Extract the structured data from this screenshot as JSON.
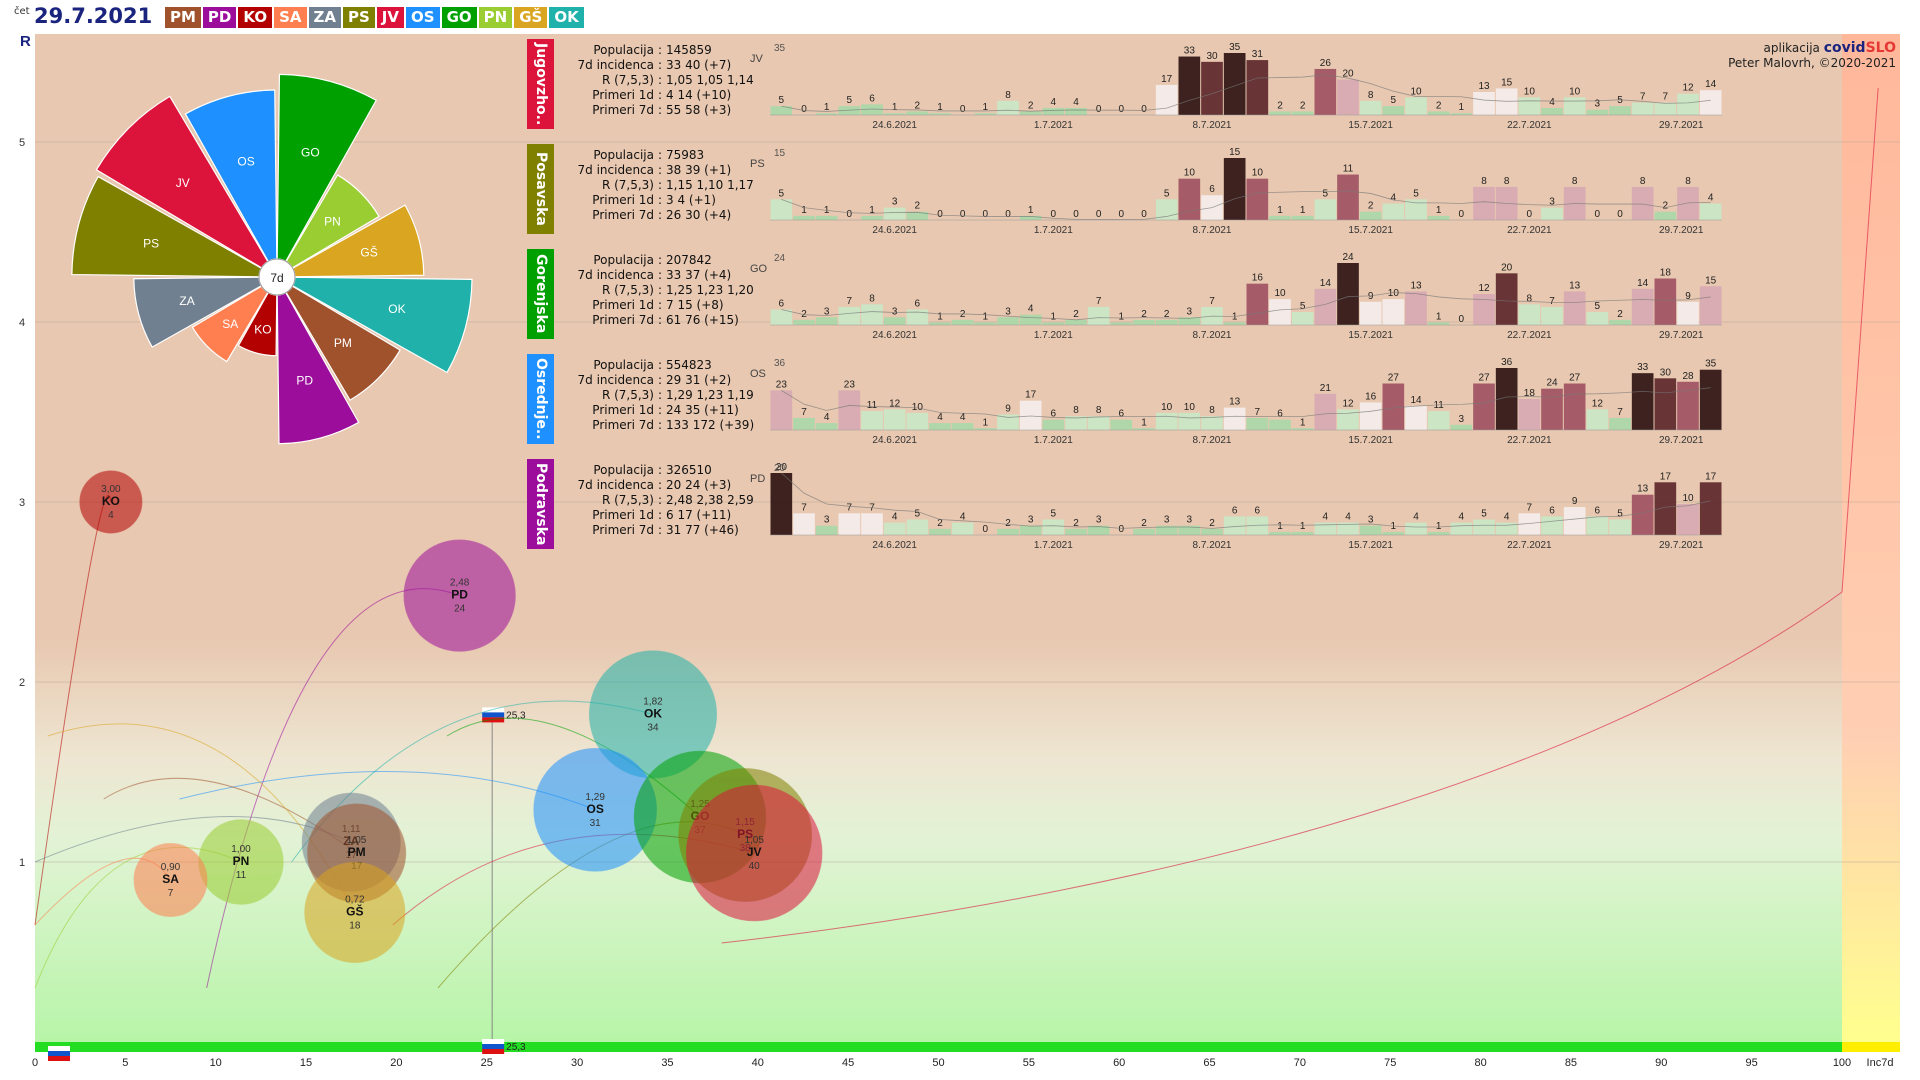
{
  "header": {
    "day": "čet",
    "date": "29.7.2021"
  },
  "regions": [
    {
      "code": "PM",
      "color": "#a0522d"
    },
    {
      "code": "PD",
      "color": "#9c0d9c"
    },
    {
      "code": "KO",
      "color": "#b30000"
    },
    {
      "code": "SA",
      "color": "#ff7f50"
    },
    {
      "code": "ZA",
      "color": "#708090"
    },
    {
      "code": "PS",
      "color": "#808000"
    },
    {
      "code": "JV",
      "color": "#dc143c"
    },
    {
      "code": "OS",
      "color": "#1e90ff"
    },
    {
      "code": "GO",
      "color": "#00a000"
    },
    {
      "code": "PN",
      "color": "#9acd32"
    },
    {
      "code": "GŠ",
      "color": "#daa520"
    },
    {
      "code": "OK",
      "color": "#20b2aa"
    }
  ],
  "credit": {
    "line1": "aplikacija",
    "brand_a": "covid",
    "brand_b": "SLO",
    "line2": "Peter Malovrh, ©2020-2021"
  },
  "chart_data": [
    {
      "type": "scatter",
      "xlabel": "Inc7d",
      "ylabel": "R",
      "xlim": [
        0,
        100
      ],
      "ylim": [
        0,
        5.6
      ],
      "xticks": [
        0,
        5,
        10,
        15,
        20,
        25,
        30,
        35,
        40,
        45,
        50,
        55,
        60,
        65,
        70,
        75,
        80,
        85,
        90,
        95,
        100
      ],
      "yticks": [
        1,
        2,
        3,
        4,
        5
      ],
      "slovenia": {
        "x": 25.3,
        "label": "25,3"
      },
      "points": [
        {
          "code": "PD",
          "r": 2.48,
          "r_label": "2,48",
          "x": 23.5,
          "n": 24
        },
        {
          "code": "KO",
          "r": 3.0,
          "r_label": "3,00",
          "x": 4.2,
          "n": 4
        },
        {
          "code": "OK",
          "r": 1.82,
          "r_label": "1,82",
          "x": 34.2,
          "n": 34
        },
        {
          "code": "OS",
          "r": 1.29,
          "r_label": "1,29",
          "x": 31.0,
          "n": 31
        },
        {
          "code": "GO",
          "r": 1.25,
          "r_label": "1,25",
          "x": 36.8,
          "n": 37
        },
        {
          "code": "PS",
          "r": 1.15,
          "r_label": "1,15",
          "x": 39.3,
          "n": 38
        },
        {
          "code": "JV",
          "r": 1.05,
          "r_label": "1,05",
          "x": 39.8,
          "n": 40
        },
        {
          "code": "ZA",
          "r": 1.11,
          "r_label": "1,11",
          "x": 17.5,
          "n": 17
        },
        {
          "code": "PM",
          "r": 1.05,
          "r_label": "1,05",
          "x": 17.8,
          "n": 17
        },
        {
          "code": "GŠ",
          "r": 0.72,
          "r_label": "0,72",
          "x": 17.7,
          "n": 18
        },
        {
          "code": "PN",
          "r": 1.0,
          "r_label": "1,00",
          "x": 11.4,
          "n": 11
        },
        {
          "code": "SA",
          "r": 0.9,
          "r_label": "0,90",
          "x": 7.5,
          "n": 7
        }
      ]
    },
    {
      "type": "pie",
      "center_label": "7d",
      "slices": [
        {
          "code": "GO",
          "value": 37
        },
        {
          "code": "PN",
          "value": 11
        },
        {
          "code": "GŠ",
          "value": 18
        },
        {
          "code": "OK",
          "value": 34
        },
        {
          "code": "PM",
          "value": 17
        },
        {
          "code": "PD",
          "value": 24
        },
        {
          "code": "KO",
          "value": 4
        },
        {
          "code": "SA",
          "value": 7
        },
        {
          "code": "ZA",
          "value": 17
        },
        {
          "code": "PS",
          "value": 38
        },
        {
          "code": "JV",
          "value": 40
        },
        {
          "code": "OS",
          "value": 31
        }
      ]
    },
    {
      "type": "bar",
      "dates": [
        "24.6.2021",
        "1.7.2021",
        "8.7.2021",
        "15.7.2021",
        "22.7.2021",
        "29.7.2021"
      ],
      "panels": [
        {
          "name": "Jugovzho..",
          "code": "JV",
          "color": "#dc143c",
          "max": 35,
          "stats": {
            "populacija": "145859",
            "incidenca": "33 40 (+7)",
            "r": "1,05 1,05 1,14",
            "primeri1": "4 14 (+10)",
            "primeri7": "55 58 (+3)"
          },
          "values": [
            5,
            0,
            1,
            5,
            6,
            1,
            2,
            1,
            0,
            1,
            8,
            2,
            4,
            4,
            0,
            0,
            0,
            17,
            33,
            30,
            35,
            31,
            2,
            2,
            26,
            20,
            8,
            5,
            10,
            2,
            1,
            13,
            15,
            10,
            4,
            10,
            3,
            5,
            7,
            7,
            12,
            14
          ]
        },
        {
          "name": "Posavska",
          "code": "PS",
          "color": "#808000",
          "max": 15,
          "stats": {
            "populacija": "75983",
            "incidenca": "38 39 (+1)",
            "r": "1,15 1,10 1,17",
            "primeri1": "3 4 (+1)",
            "primeri7": "26 30 (+4)"
          },
          "values": [
            5,
            1,
            1,
            0,
            1,
            3,
            2,
            0,
            0,
            0,
            0,
            1,
            0,
            0,
            0,
            0,
            0,
            5,
            10,
            6,
            15,
            10,
            1,
            1,
            5,
            11,
            2,
            4,
            5,
            1,
            0,
            8,
            8,
            0,
            3,
            8,
            0,
            0,
            8,
            2,
            8,
            4
          ]
        },
        {
          "name": "Gorenjska",
          "code": "GO",
          "color": "#00a000",
          "max": 24,
          "stats": {
            "populacija": "207842",
            "incidenca": "33 37 (+4)",
            "r": "1,25 1,23 1,20",
            "primeri1": "7 15 (+8)",
            "primeri7": "61 76 (+15)"
          },
          "values": [
            6,
            2,
            3,
            7,
            8,
            3,
            6,
            1,
            2,
            1,
            3,
            4,
            1,
            2,
            7,
            1,
            2,
            2,
            3,
            7,
            1,
            16,
            10,
            5,
            14,
            24,
            9,
            10,
            13,
            1,
            0,
            12,
            20,
            8,
            7,
            13,
            5,
            2,
            14,
            18,
            9,
            15
          ]
        },
        {
          "name": "Osrednje..",
          "code": "OS",
          "color": "#1e90ff",
          "max": 36,
          "stats": {
            "populacija": "554823",
            "incidenca": "29 31 (+2)",
            "r": "1,29 1,23 1,19",
            "primeri1": "24 35 (+11)",
            "primeri7": "133 172 (+39)"
          },
          "values": [
            23,
            7,
            4,
            23,
            11,
            12,
            10,
            4,
            4,
            1,
            9,
            17,
            6,
            8,
            8,
            6,
            1,
            10,
            10,
            8,
            13,
            7,
            6,
            1,
            21,
            12,
            16,
            27,
            14,
            11,
            3,
            27,
            36,
            18,
            24,
            27,
            12,
            7,
            33,
            30,
            28,
            35
          ]
        },
        {
          "name": "Podravska",
          "code": "PD",
          "color": "#9c0d9c",
          "max": 20,
          "stats": {
            "populacija": "326510",
            "incidenca": "20 24 (+3)",
            "r": "2,48 2,38 2,59",
            "primeri1": "6 17 (+11)",
            "primeri7": "31 77 (+46)"
          },
          "values": [
            20,
            7,
            3,
            7,
            7,
            4,
            5,
            2,
            4,
            0,
            2,
            3,
            5,
            2,
            3,
            0,
            2,
            3,
            3,
            2,
            6,
            6,
            1,
            1,
            4,
            4,
            3,
            1,
            4,
            1,
            4,
            5,
            4,
            7,
            6,
            9,
            6,
            5,
            13,
            17,
            10,
            17
          ]
        }
      ]
    }
  ],
  "labels": {
    "populacija": "Populacija",
    "incidenca": "7d incidenca",
    "r": "R (7,5,3)",
    "primeri1": "Primeri 1d",
    "primeri7": "Primeri 7d"
  }
}
